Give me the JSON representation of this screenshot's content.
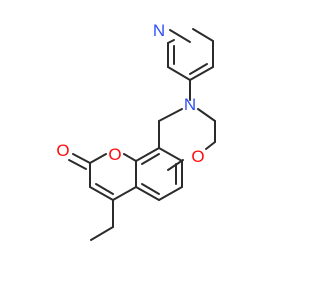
{
  "colors": {
    "bond": "#2b2b2b",
    "oxygen": "#ff0d0d",
    "nitrogen": "#3050f8"
  },
  "atoms": {
    "carbonyl_oxygen": "O",
    "pyranone_oxygen": "O",
    "oxazine_oxygen": "O",
    "oxazine_nitrogen": "N",
    "pyridine_nitrogen": "N"
  }
}
